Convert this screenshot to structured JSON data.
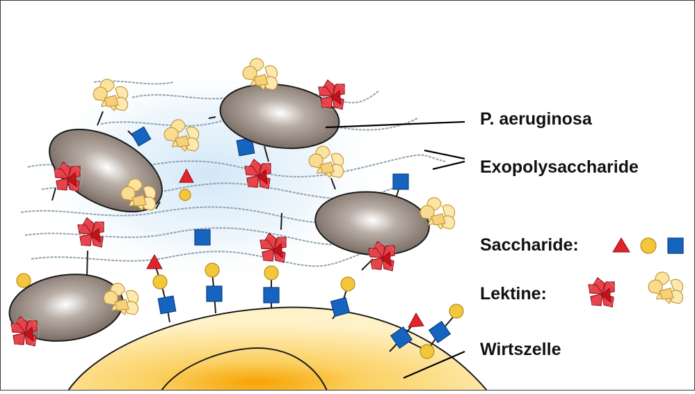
{
  "labels": {
    "bacterium": "P. aeruginosa",
    "eps": "Exopolysaccharide",
    "saccharides": "Saccharide:",
    "lectins": "Lektine:",
    "host_cell": "Wirtszelle"
  },
  "colors": {
    "triangle": "#e0242a",
    "circle": "#f3c73b",
    "square": "#1565c0",
    "lectin_red": "#e8424a",
    "lectin_yellow": "#fbe3a0",
    "bacterium": "#8e8178",
    "host_cell": "#fbd26a",
    "eps_strand": "#8fa3ad"
  },
  "icons": [
    "triangle-sugar-icon",
    "circle-sugar-icon",
    "square-sugar-icon",
    "red-lectin-icon",
    "yellow-lectin-icon"
  ]
}
